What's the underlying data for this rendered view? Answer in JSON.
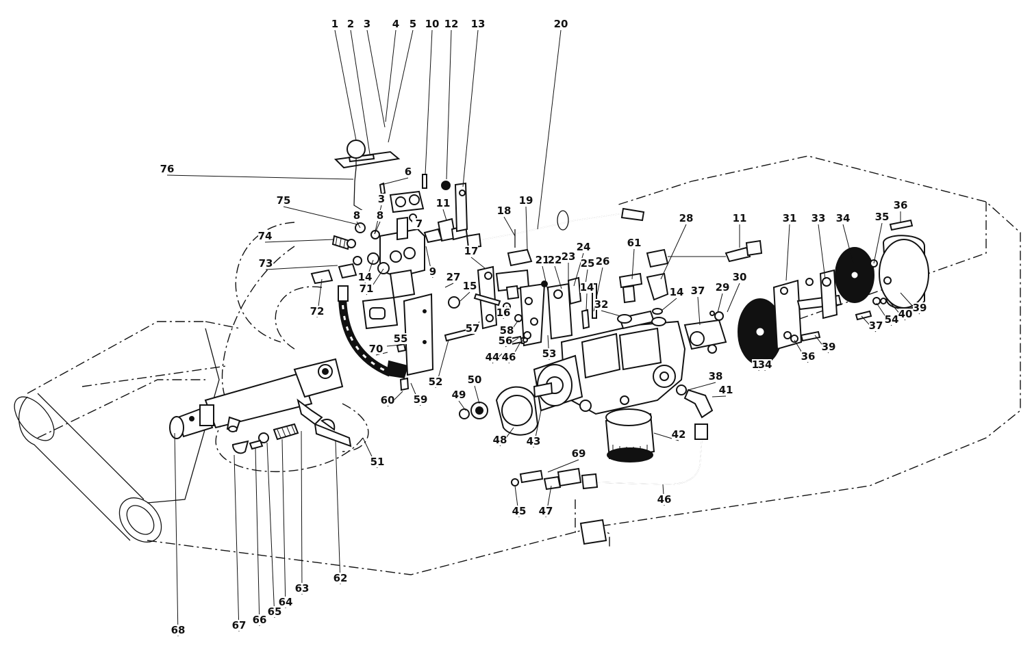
{
  "callouts": [
    "1",
    "2",
    "3",
    "4",
    "5",
    "10",
    "12",
    "13",
    "20",
    "76",
    "6",
    "75",
    "11",
    "18",
    "19",
    "74",
    "8",
    "73",
    "14",
    "71",
    "72",
    "17",
    "21",
    "22",
    "23",
    "24",
    "25",
    "26",
    "27",
    "15",
    "16",
    "57",
    "58",
    "56",
    "55",
    "70",
    "46",
    "53",
    "52",
    "59",
    "60",
    "61",
    "28",
    "11",
    "31",
    "33",
    "34",
    "35",
    "36",
    "37",
    "29",
    "30",
    "32",
    "14",
    "14",
    "12",
    "34",
    "36",
    "39",
    "37",
    "54",
    "40",
    "39",
    "38",
    "41",
    "42",
    "43",
    "48",
    "49",
    "50",
    "51",
    "62",
    "63",
    "64",
    "65",
    "66",
    "67",
    "68",
    "69",
    "47",
    "45",
    "46",
    "44",
    "3",
    "8",
    "7",
    "9",
    "14"
  ]
}
